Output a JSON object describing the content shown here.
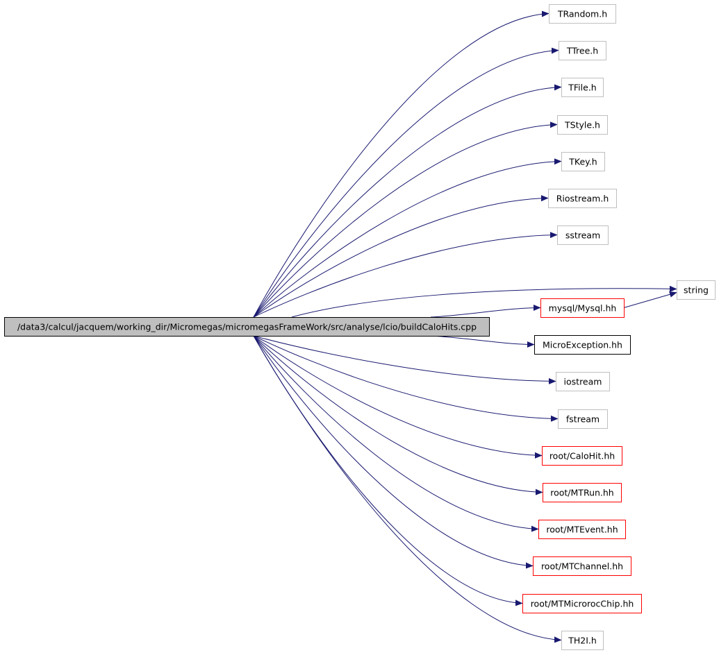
{
  "diagram": {
    "type": "include-dependency-graph",
    "root": {
      "id": "root",
      "label": "/data3/calcul/jacquem/working_dir/Micromegas/micromegasFrameWork/src/analyse/lcio/buildCaloHits.cpp",
      "style": "root"
    },
    "nodes": [
      {
        "id": "trandom",
        "label": "TRandom.h",
        "style": "external"
      },
      {
        "id": "ttree",
        "label": "TTree.h",
        "style": "external"
      },
      {
        "id": "tfile",
        "label": "TFile.h",
        "style": "external"
      },
      {
        "id": "tstyle",
        "label": "TStyle.h",
        "style": "external"
      },
      {
        "id": "tkey",
        "label": "TKey.h",
        "style": "external"
      },
      {
        "id": "riostream",
        "label": "Riostream.h",
        "style": "external"
      },
      {
        "id": "sstream",
        "label": "sstream",
        "style": "external"
      },
      {
        "id": "string",
        "label": "string",
        "style": "external"
      },
      {
        "id": "mysql",
        "label": "mysql/Mysql.hh",
        "style": "truncated"
      },
      {
        "id": "microexception",
        "label": "MicroException.hh",
        "style": "documented"
      },
      {
        "id": "iostream",
        "label": "iostream",
        "style": "external"
      },
      {
        "id": "fstream",
        "label": "fstream",
        "style": "external"
      },
      {
        "id": "calohit",
        "label": "root/CaloHit.hh",
        "style": "truncated"
      },
      {
        "id": "mtrun",
        "label": "root/MTRun.hh",
        "style": "truncated"
      },
      {
        "id": "mtevent",
        "label": "root/MTEvent.hh",
        "style": "truncated"
      },
      {
        "id": "mtchannel",
        "label": "root/MTChannel.hh",
        "style": "truncated"
      },
      {
        "id": "mtmicrorocchip",
        "label": "root/MTMicrorocChip.hh",
        "style": "truncated"
      },
      {
        "id": "th2i",
        "label": "TH2I.h",
        "style": "external"
      }
    ],
    "edges": [
      {
        "from": "root",
        "to": "trandom"
      },
      {
        "from": "root",
        "to": "ttree"
      },
      {
        "from": "root",
        "to": "tfile"
      },
      {
        "from": "root",
        "to": "tstyle"
      },
      {
        "from": "root",
        "to": "tkey"
      },
      {
        "from": "root",
        "to": "riostream"
      },
      {
        "from": "root",
        "to": "sstream"
      },
      {
        "from": "root",
        "to": "string"
      },
      {
        "from": "root",
        "to": "mysql"
      },
      {
        "from": "mysql",
        "to": "string"
      },
      {
        "from": "root",
        "to": "microexception"
      },
      {
        "from": "root",
        "to": "iostream"
      },
      {
        "from": "root",
        "to": "fstream"
      },
      {
        "from": "root",
        "to": "calohit"
      },
      {
        "from": "root",
        "to": "mtrun"
      },
      {
        "from": "root",
        "to": "mtevent"
      },
      {
        "from": "root",
        "to": "mtchannel"
      },
      {
        "from": "root",
        "to": "mtmicrorocchip"
      },
      {
        "from": "root",
        "to": "th2i"
      }
    ],
    "colors": {
      "edge": "#191970",
      "root_fill": "#bfbfbf",
      "root_border": "#000000",
      "external_border": "#bfbfbf",
      "truncated_border": "#ff0000",
      "documented_border": "#000000",
      "node_fill": "#ffffff",
      "text": "#000000"
    }
  }
}
